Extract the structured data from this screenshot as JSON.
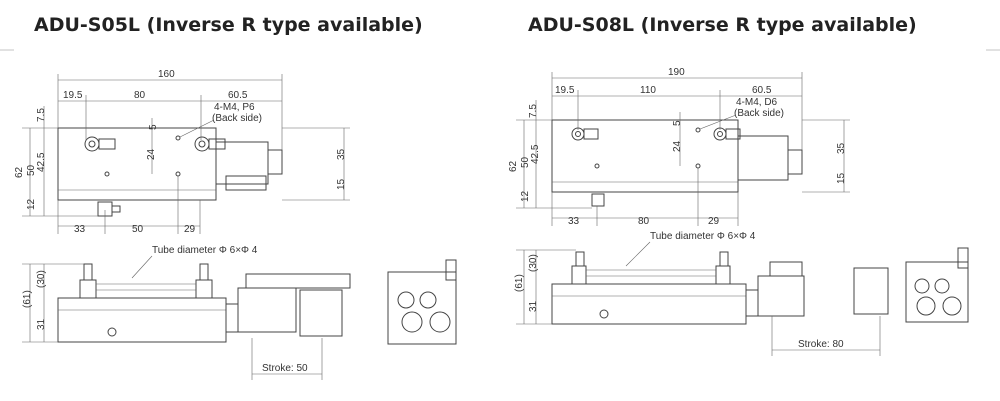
{
  "left": {
    "title": "ADU-S05L (Inverse R type available)",
    "top_dims": [
      "160",
      "19.5",
      "80",
      "60.5"
    ],
    "note": [
      "4-M4, P6",
      "(Back side)"
    ],
    "left_dims": [
      "7.5",
      "62",
      "50",
      "42.5",
      "12"
    ],
    "inner_dims": [
      "5",
      "24"
    ],
    "right_dims": [
      "35",
      "15"
    ],
    "bottom_dims": [
      "33",
      "50",
      "29"
    ],
    "tube_label": "Tube diameter Φ 6×Φ 4",
    "front_dims": [
      "(61)",
      "(30)",
      "31"
    ],
    "stroke_label": "Stroke: 50"
  },
  "right": {
    "title": "ADU-S08L (Inverse R type available)",
    "top_dims": [
      "190",
      "19.5",
      "110",
      "60.5"
    ],
    "note": [
      "4-M4, D6",
      "(Back side)"
    ],
    "left_dims": [
      "7.5",
      "62",
      "50",
      "42.5",
      "12"
    ],
    "inner_dims": [
      "5",
      "24"
    ],
    "right_dims": [
      "35",
      "15"
    ],
    "bottom_dims": [
      "33",
      "80",
      "29"
    ],
    "tube_label": "Tube diameter Φ 6×Φ 4",
    "front_dims": [
      "(61)",
      "(30)",
      "31"
    ],
    "stroke_label": "Stroke: 80"
  }
}
